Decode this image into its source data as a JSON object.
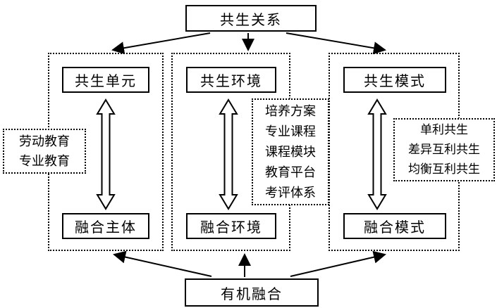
{
  "diagram": {
    "top_node": "共生关系",
    "bottom_node": "有机融合",
    "columns": [
      {
        "top": "共生单元",
        "bottom": "融合主体"
      },
      {
        "top": "共生环境",
        "bottom": "融合环境"
      },
      {
        "top": "共生模式",
        "bottom": "融合模式"
      }
    ],
    "annotations": {
      "left": {
        "lines": [
          "劳动教育",
          "专业教育"
        ]
      },
      "middle": {
        "lines": [
          "培养方案",
          "专业课程",
          "课程模块",
          "教育平台",
          "考评体系"
        ]
      },
      "right": {
        "lines": [
          "单利共生",
          "差异互利共生",
          "均衡互利共生"
        ]
      }
    },
    "colors": {
      "line": "#000000",
      "background": "#ffffff"
    }
  }
}
